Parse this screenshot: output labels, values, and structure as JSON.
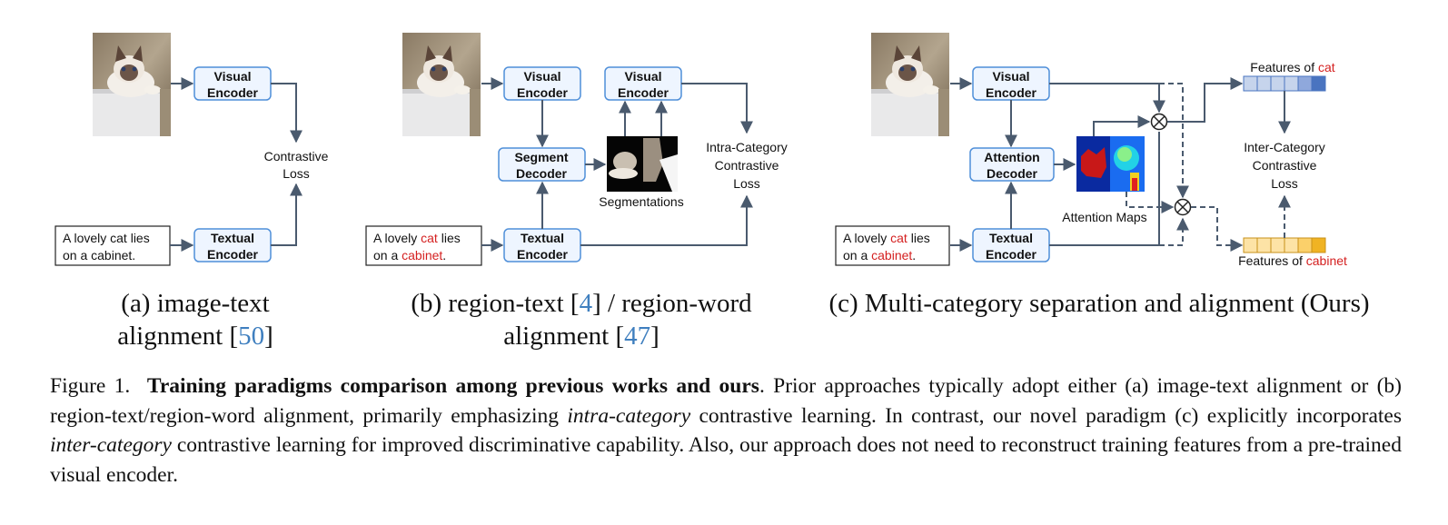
{
  "panels": {
    "a": {
      "visual_encoder": [
        "Visual",
        "Encoder"
      ],
      "textual_encoder": [
        "Textual",
        "Encoder"
      ],
      "loss": [
        "Contrastive",
        "Loss"
      ],
      "text_input": [
        [
          "A lovely cat lies",
          ""
        ],
        [
          "on a cabinet.",
          ""
        ]
      ],
      "subcaption": "(a) image-text",
      "subcaption_line2_prefix": "alignment [",
      "subcaption_ref": "50",
      "subcaption_line2_suffix": "]"
    },
    "b": {
      "visual_encoder": [
        "Visual",
        "Encoder"
      ],
      "visual_encoder_2": [
        "Visual",
        "Encoder"
      ],
      "segment_decoder": [
        "Segment",
        "Decoder"
      ],
      "textual_encoder": [
        "Textual",
        "Encoder"
      ],
      "segmentations_label": "Segmentations",
      "loss": [
        "Intra-Category",
        "Contrastive",
        "Loss"
      ],
      "text_line1_prefix": "A lovely ",
      "text_line1_highlight": "cat",
      "text_line1_suffix": " lies",
      "text_line2_prefix": "on a ",
      "text_line2_highlight": "cabinet",
      "text_line2_suffix": ".",
      "subcaption_line1_prefix": "(b) region-text [",
      "subcaption_ref1": "4",
      "subcaption_line1_suffix": "] / region-word",
      "subcaption_line2_prefix": "alignment [",
      "subcaption_ref2": "47",
      "subcaption_line2_suffix": "]"
    },
    "c": {
      "visual_encoder": [
        "Visual",
        "Encoder"
      ],
      "attention_decoder": [
        "Attention",
        "Decoder"
      ],
      "textual_encoder": [
        "Textual",
        "Encoder"
      ],
      "attention_maps_label": "Attention Maps",
      "features_cat_prefix": "Features of ",
      "features_cat_highlight": "cat",
      "features_cabinet_prefix": "Features of ",
      "features_cabinet_highlight": "cabinet",
      "loss": [
        "Inter-Category",
        "Contrastive",
        "Loss"
      ],
      "text_line1_prefix": "A lovely ",
      "text_line1_highlight": "cat",
      "text_line1_suffix": " lies",
      "text_line2_prefix": "on a ",
      "text_line2_highlight": "cabinet",
      "text_line2_suffix": ".",
      "subcaption": "(c) Multi-category separation and alignment (Ours)"
    }
  },
  "caption": {
    "label": "Figure 1.",
    "bold": "Training paradigms comparison among previous works and ours",
    "part1": ". Prior approaches typically adopt either (a) image-text alignment or (b) region-text/region-word alignment, primarily emphasizing ",
    "italic1": "intra-category",
    "part2": " contrastive learning. In contrast, our novel paradigm (c) explicitly incorporates ",
    "italic2": "inter-category",
    "part3": " contrastive learning for improved discriminative capability. Also, our approach does not need to reconstruct training features from a pre-trained visual encoder."
  },
  "colors": {
    "box_border": "#4f8fd9",
    "box_fill": "#eef5ff",
    "arrow": "#4a5a6e",
    "highlight": "#d42020",
    "ref": "#3f7fbf",
    "cat_feature_light": "#c6d4ec",
    "cat_feature_dark": "#4a74c0",
    "cabinet_feature_light": "#fde3a6",
    "cabinet_feature_dark": "#f0b323"
  },
  "icons": [
    "cat-photo",
    "segmentation-mask",
    "attention-heatmap",
    "multiply-circle-icon"
  ]
}
